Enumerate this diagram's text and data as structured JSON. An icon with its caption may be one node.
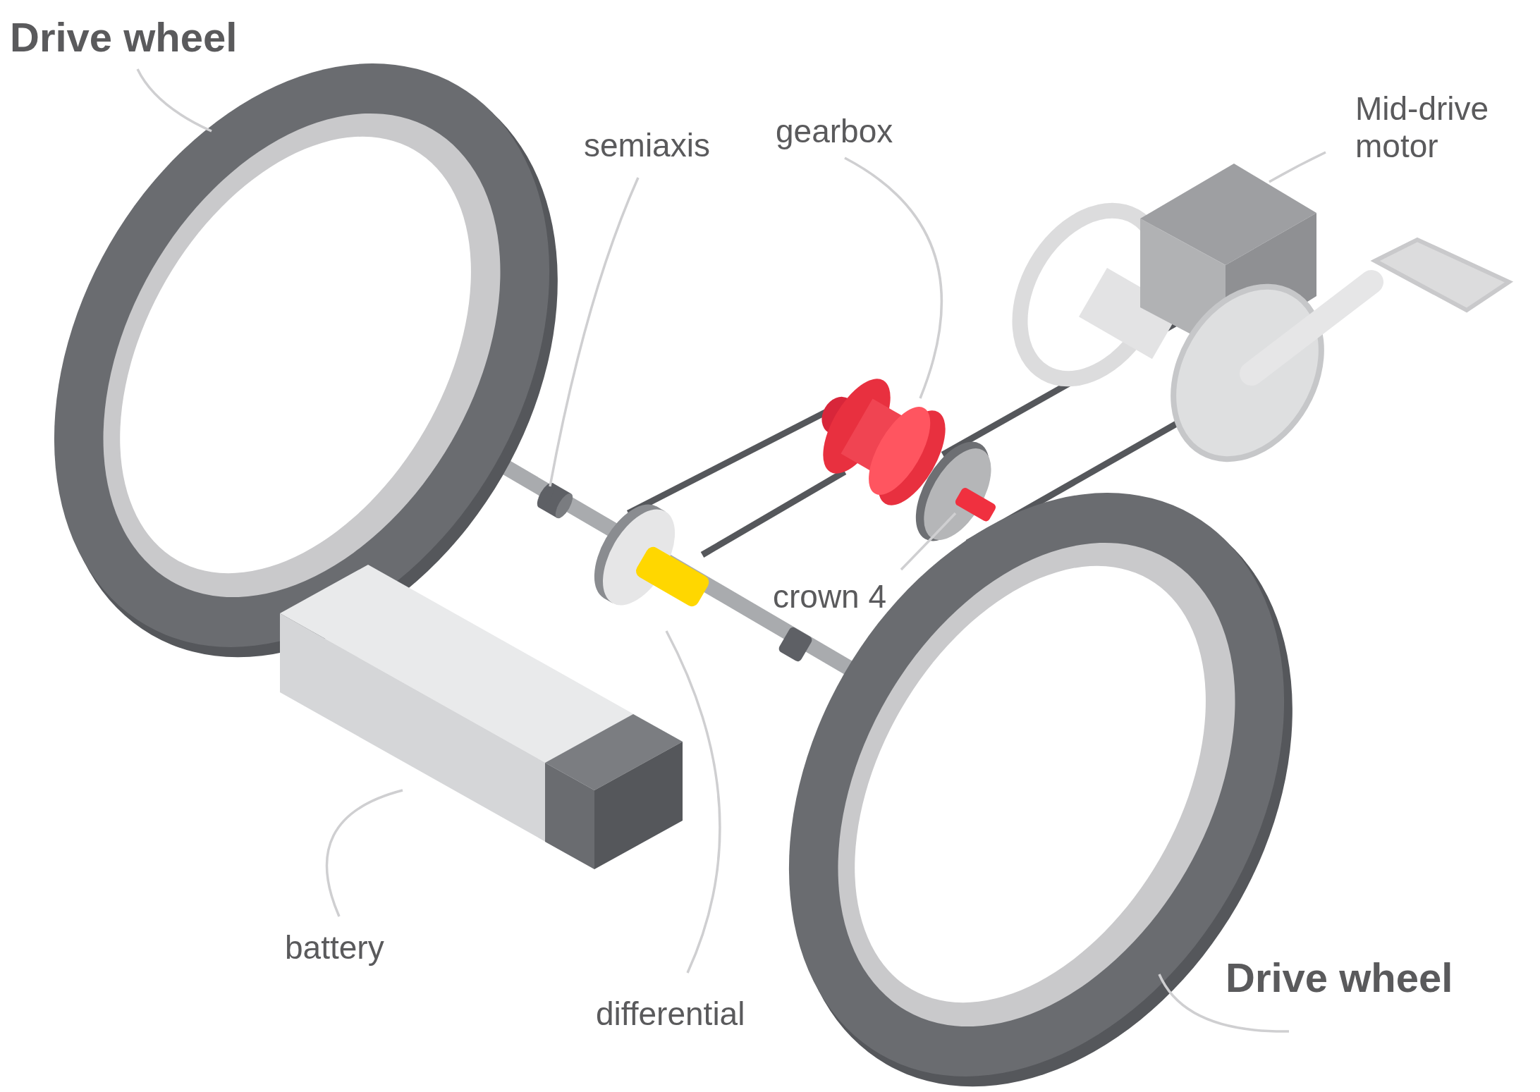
{
  "diagram": {
    "nodes": [
      {
        "text": [
          "Drive wheel"
        ]
      },
      {
        "text": [],
        "shape": "picture"
      },
      {
        "text": [
          "semiaxis"
        ]
      },
      {
        "text": [],
        "shape": "cylinder"
      },
      {
        "text": [
          "gearbox"
        ]
      },
      {
        "text": [],
        "shape": "picture"
      },
      {
        "text": [
          "Mid-drive motor"
        ]
      },
      {
        "text": [],
        "shape": "picture"
      },
      {
        "text": [
          "crown 4"
        ]
      },
      {
        "text": [],
        "shape": "picture"
      },
      {
        "text": [
          "battery"
        ]
      },
      {
        "text": [],
        "shape": "picture"
      },
      {
        "text": [
          "differential"
        ]
      },
      {
        "text": [],
        "shape": "cylinder"
      },
      {
        "text": [
          "Drive wheel"
        ]
      },
      {
        "text": [],
        "shape": "picture"
      }
    ],
    "edges": [
      {
        "from": 0,
        "to": 1,
        "arrow": "none"
      },
      {
        "from": 2,
        "to": 3,
        "arrow": "none"
      },
      {
        "from": 4,
        "to": 5,
        "arrow": "none"
      },
      {
        "from": 6,
        "to": 7,
        "arrow": "none"
      },
      {
        "from": 8,
        "to": 9,
        "arrow": "none"
      },
      {
        "from": 10,
        "to": 11,
        "arrow": "none"
      },
      {
        "from": 12,
        "to": 13,
        "arrow": "none"
      },
      {
        "from": 14,
        "to": 15,
        "arrow": "none"
      }
    ]
  }
}
